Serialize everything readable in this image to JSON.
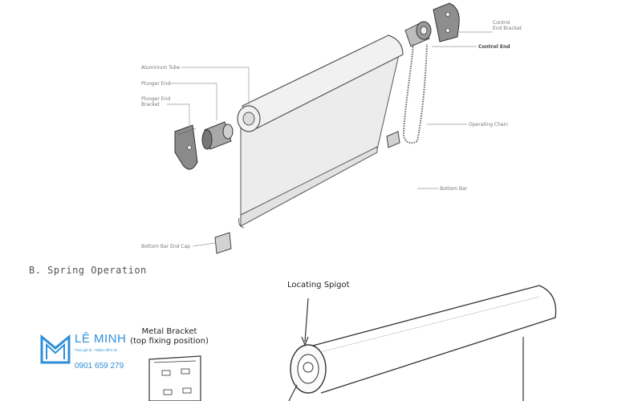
{
  "labels": {
    "control_end_bracket": "Control\nEnd Bracket",
    "control_end": "Control End",
    "aluminium_tube": "Aluminium Tube",
    "plunger_end": "Plunger End",
    "plunger_end_bracket": "Plunger End\nBracket",
    "operating_chain": "Operating Chain",
    "bottom_bar": "Bottom Bar",
    "bottom_bar_end_cap": "Bottom Bar End Cap"
  },
  "section_b": {
    "title": "B. Spring Operation",
    "locating_spigot": "Locating Spigot",
    "metal_bracket": "Metal Bracket\n(top fixing position)"
  },
  "watermark": {
    "name": "LÊ MINH",
    "tagline": "Trao giá trị - Nhận niềm tin",
    "phone": "0901 659 279",
    "color": "#2f8fd8"
  }
}
